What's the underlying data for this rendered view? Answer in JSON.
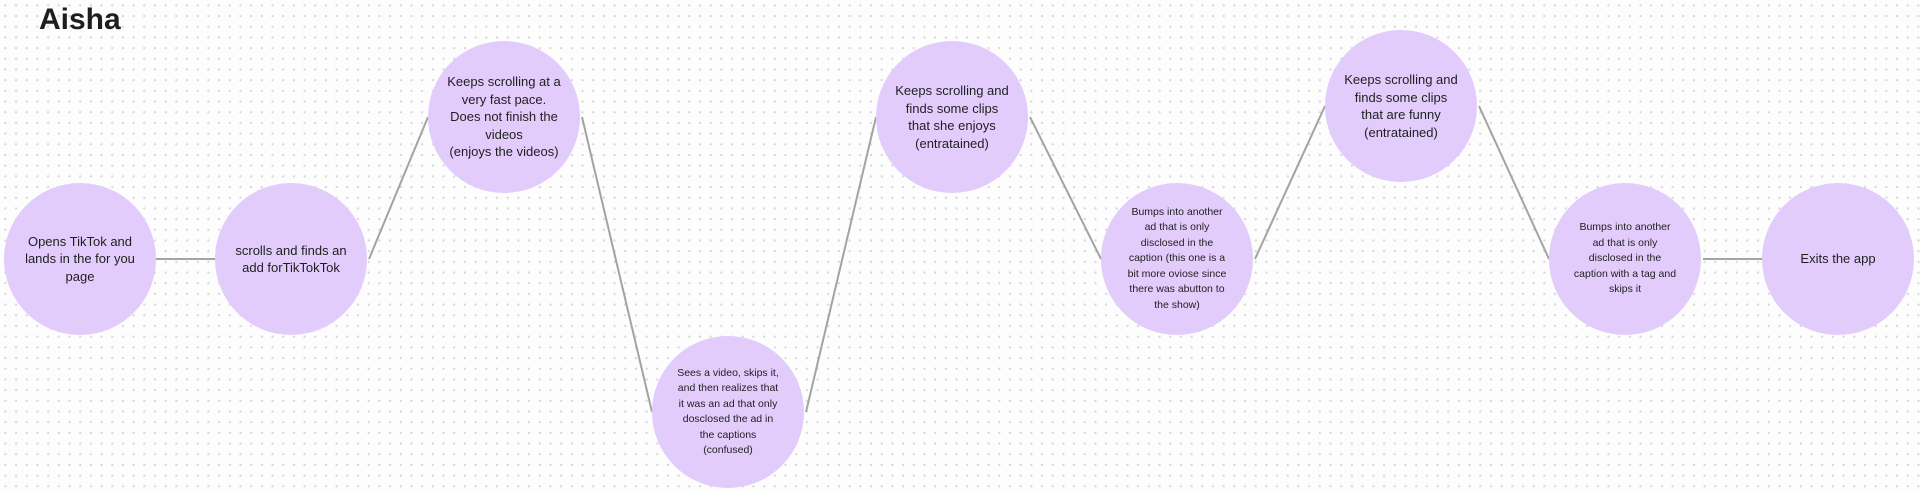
{
  "board": {
    "title": "Aisha"
  },
  "colors": {
    "node_fill": "#e2ccfb",
    "connector": "#a3a3a3",
    "background": "#fdfdfd",
    "grid_dot": "#d6d6d6"
  },
  "journey": {
    "steps": [
      {
        "text": "Opens TikTok and\nlands in the for you\npage"
      },
      {
        "text": "scrolls and finds an\nadd forTikTokTok"
      },
      {
        "text": "Keeps scrolling at a\nvery fast pace.\nDoes not finish the\nvideos\n(enjoys the videos)"
      },
      {
        "text": "Sees a video, skips it,\nand then realizes that\nit was an ad that only\ndosclosed the ad in\nthe captions\n(confused)"
      },
      {
        "text": "Keeps scrolling and\nfinds some clips\nthat she enjoys\n(entratained)"
      },
      {
        "text": "Bumps into another\nad that is only\ndisclosed in the\ncaption (this one is a\nbit more oviose since\nthere was abutton to\nthe show)"
      },
      {
        "text": "Keeps scrolling and\nfinds some clips\nthat are funny\n(entratained)"
      },
      {
        "text": "Bumps into another\nad that is only\ndisclosed in the\ncaption with a tag and\nskips it"
      },
      {
        "text": "Exits the app"
      }
    ]
  }
}
